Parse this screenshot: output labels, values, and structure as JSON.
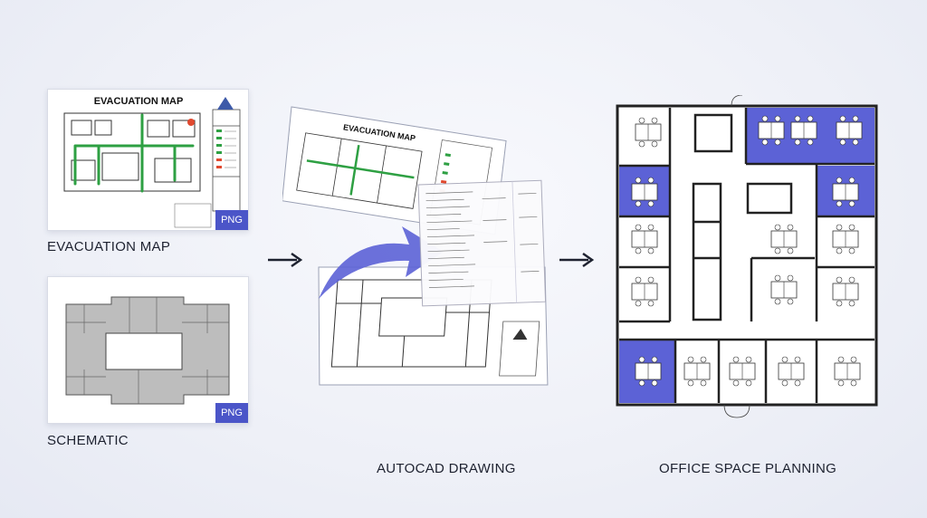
{
  "evacuation": {
    "map_title": "EVACUATION MAP",
    "badge": "PNG",
    "caption": "EVACUATION MAP"
  },
  "schematic": {
    "badge": "PNG",
    "caption": "SCHEMATIC"
  },
  "autocad": {
    "sheet_title": "EVACUATION MAP",
    "caption": "AUTOCAD DRAWING"
  },
  "office": {
    "caption": "OFFICE SPACE PLANNING"
  },
  "colors": {
    "accent": "#4b55c8",
    "highlight_room": "#5c62d6",
    "evac_route": "#2ea043",
    "ink": "#1e2230"
  },
  "icons": [
    "right-arrow-icon",
    "right-arrow-icon",
    "curved-arrow-icon"
  ]
}
